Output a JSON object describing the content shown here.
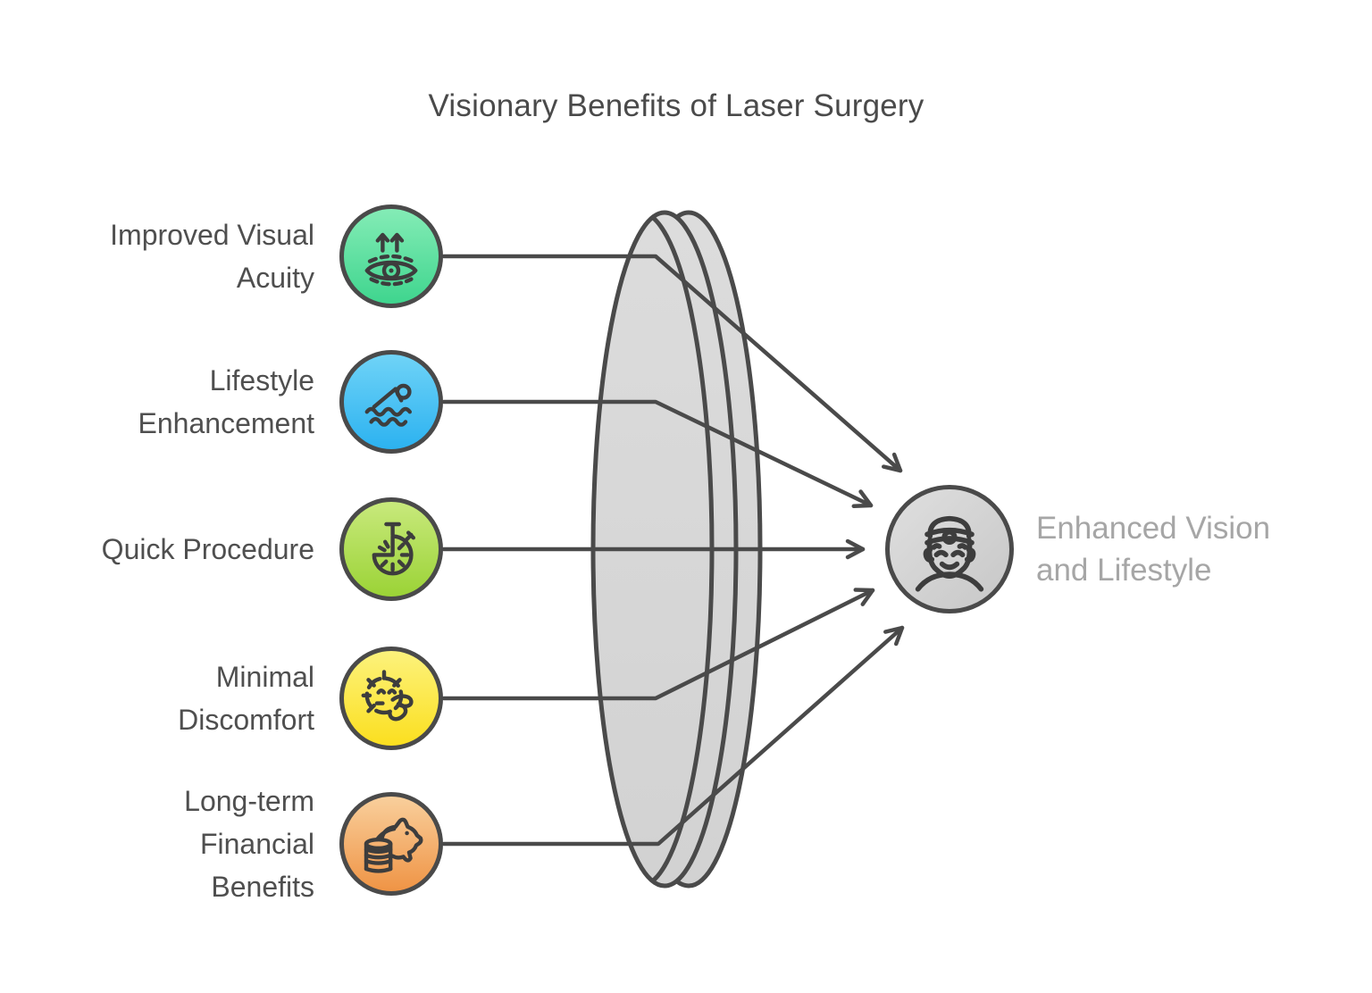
{
  "title": "Visionary Benefits of Laser Surgery",
  "benefits": [
    {
      "label": "Improved Visual\nAcuity",
      "icon": "improved-visual-acuity-icon",
      "color_top": "#84ecb6",
      "color_bottom": "#3fd58e"
    },
    {
      "label": "Lifestyle\nEnhancement",
      "icon": "swimmer-icon",
      "color_top": "#6fd3f7",
      "color_bottom": "#2cb2f0"
    },
    {
      "label": "Quick Procedure",
      "icon": "stopwatch-icon",
      "color_top": "#c8e97c",
      "color_bottom": "#9bd336"
    },
    {
      "label": "Minimal\nDiscomfort",
      "icon": "relaxed-face-icon",
      "color_top": "#fcf27c",
      "color_bottom": "#fbdf1f"
    },
    {
      "label": "Long-term\nFinancial\nBenefits",
      "icon": "piggy-bank-savings-icon",
      "color_top": "#f9cf9c",
      "color_bottom": "#ef9445"
    }
  ],
  "outcome": {
    "label": "Enhanced Vision\nand Lifestyle",
    "icon": "patient-face-icon"
  },
  "lens": {
    "name": "convex-lens-shape"
  },
  "colors": {
    "stroke": "#4a4a4a",
    "icon_stroke": "#3d3d3d",
    "title_text": "#4a4a4a",
    "label_text": "#4f4f4f",
    "outcome_text": "#a6a6a6",
    "lens_fill_top": "#dcdcdc",
    "lens_fill_bottom": "#d2d2d2",
    "outcome_fill_top": "#dfdfdf",
    "outcome_fill_bottom": "#c7c7c7",
    "background": "#ffffff"
  }
}
